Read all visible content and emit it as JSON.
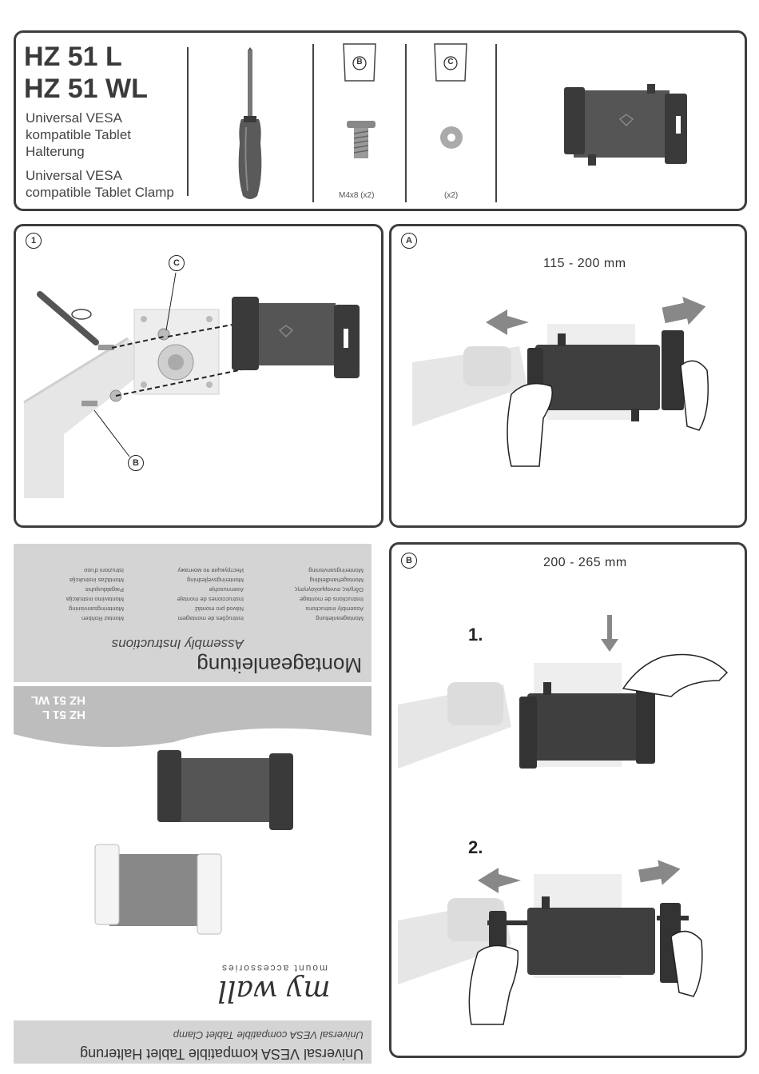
{
  "header": {
    "model_1": "HZ 51 L",
    "model_2": "HZ 51 WL",
    "desc_de": [
      "Universal VESA",
      "kompatible Tablet",
      "Halterung"
    ],
    "desc_en": [
      "Universal VESA",
      "compatible Tablet Clamp"
    ],
    "bag_b": "B",
    "bag_c": "C",
    "screw_caption": "M4x8 (x2)",
    "washer_caption": "(x2)",
    "screwdriver_icon": "screwdriver-icon",
    "product_icon": "tablet-clamp-icon"
  },
  "step1": {
    "number": "1",
    "callout_c": "C",
    "callout_b": "B"
  },
  "stepA": {
    "letter": "A",
    "measurement": "115 - 200 mm"
  },
  "stepB": {
    "letter": "B",
    "measurement": "200 - 265 mm",
    "sub1": "1.",
    "sub2": "2."
  },
  "cover": {
    "languages_col1": [
      "Montageanleitung",
      "Assembly instructions",
      "Instructions de montage",
      "Οδηγίες συναρμολόγησης",
      "Montagehandleiding",
      "Monteringsanvisning"
    ],
    "languages_col2": [
      "Instruções de montagem",
      "Návod pro montáž",
      "Instrucciones de montaje",
      "Asennusohje",
      "Monteringsvejledning",
      "Инструкция по монтажу"
    ],
    "languages_col3": [
      "Montaż Rohben",
      "Monteringsanvisning",
      "Montavimo instrukcija",
      "Paigaldusjuhis",
      "Montāžas instrukcija",
      "Istruzioni d'uso"
    ],
    "title_de": "Montageanleitung",
    "title_en": "Assembly Instructions",
    "models": [
      "HZ 51 L",
      "HZ 51 WL"
    ],
    "brand": "my wall",
    "brand_sub": "mount accessories",
    "footer_de": "Universal VESA kompatible Tablet Halterung",
    "footer_en": "Universal VESA compatible Tablet Clamp"
  },
  "colors": {
    "border": "#3d3d3d",
    "cover_gray": "#d4d4d4",
    "product_dark": "#4a4a4a"
  }
}
